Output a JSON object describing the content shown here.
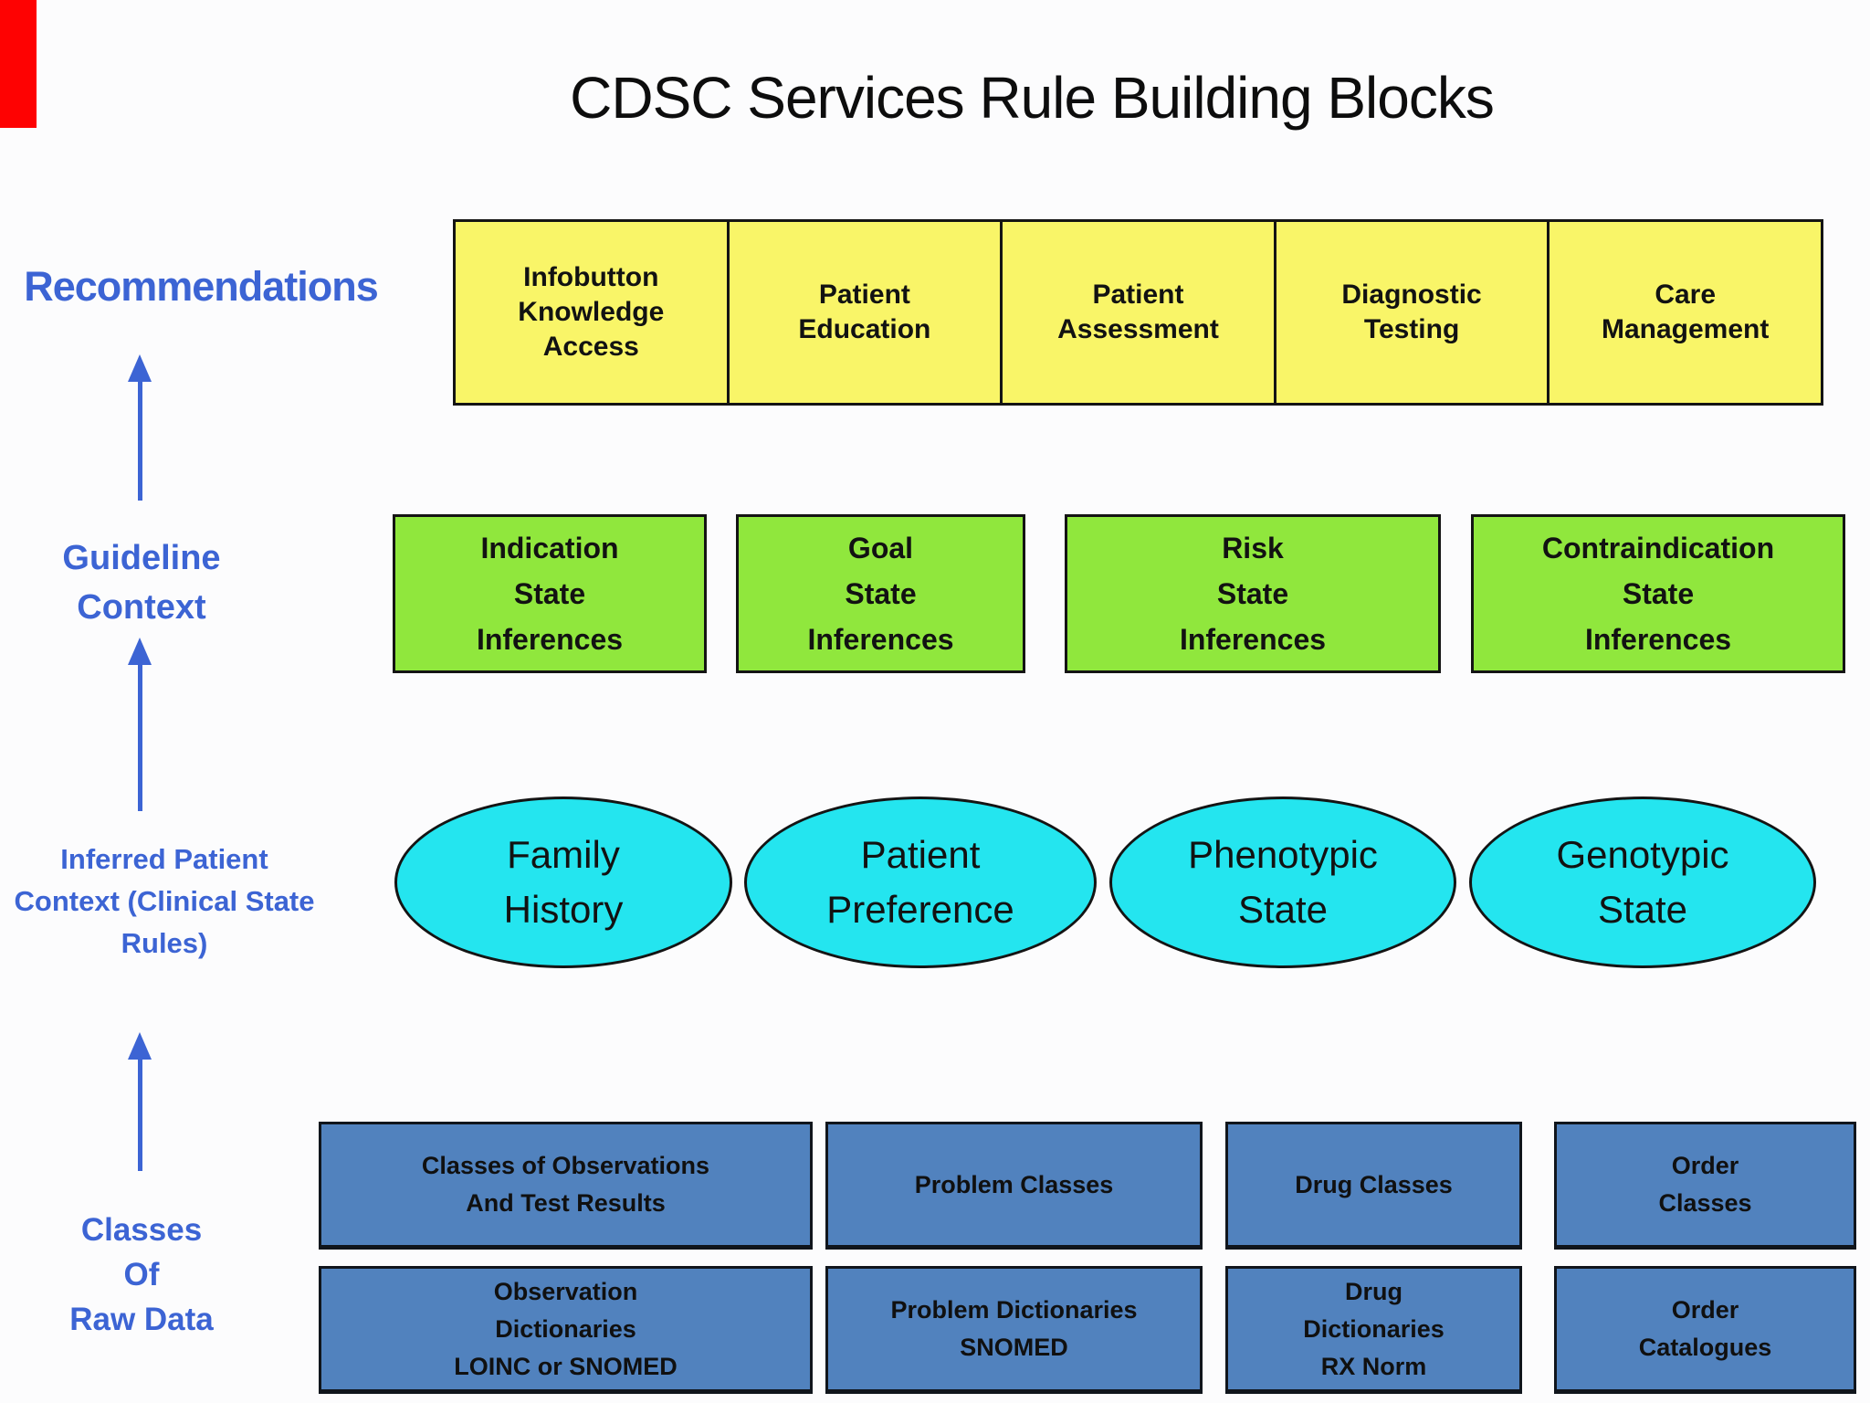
{
  "title": "CDSC Services Rule Building Blocks",
  "corner_marker": {
    "description": "solid red rectangle flush with top-left corner",
    "color": "#fe0202"
  },
  "colors": {
    "background": "#fcfcfd",
    "recommendations_row_fill": "#f9f568",
    "guideline_row_fill": "#90e73d",
    "inferred_row_fill": "#24e5ef",
    "raw_data_row_fill": "#5182be",
    "side_label_and_arrow_blue": "#3c64d4",
    "box_border": "#141414",
    "box_text": "#121212"
  },
  "left_column": {
    "recommendations_label": "Recommendations",
    "guideline_label": "Guideline\nContext",
    "inferred_label": "Inferred Patient\nContext (Clinical State\nRules)",
    "classes_label": "Classes\nOf\nRaw Data"
  },
  "rows": {
    "recommendations": {
      "cells": [
        "Infobutton\nKnowledge\nAccess",
        "Patient\nEducation",
        "Patient\nAssessment",
        "Diagnostic\nTesting",
        "Care\nManagement"
      ]
    },
    "guideline_context": {
      "cells": [
        "Indication\nState\nInferences",
        "Goal\nState\nInferences",
        "Risk\nState\nInferences",
        "Contraindication\nState\nInferences"
      ]
    },
    "inferred_patient_context": {
      "cells": [
        "Family\nHistory",
        "Patient\nPreference",
        "Phenotypic\nState",
        "Genotypic\nState"
      ]
    },
    "raw_data_classes": {
      "cells": [
        "Classes of Observations\nAnd Test Results",
        "Problem Classes",
        "Drug Classes",
        "Order\nClasses"
      ]
    },
    "raw_data_dictionaries": {
      "cells": [
        "Observation\nDictionaries\nLOINC or SNOMED",
        "Problem Dictionaries\nSNOMED",
        "Drug\nDictionaries\nRX Norm",
        "Order\nCatalogues"
      ]
    }
  }
}
